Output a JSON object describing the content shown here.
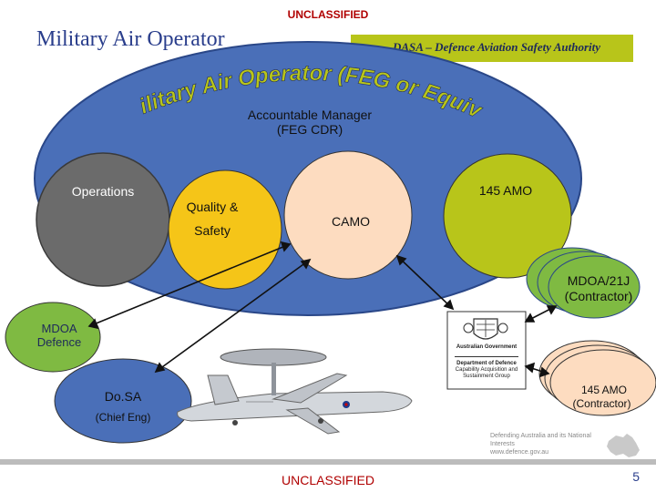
{
  "header": {
    "classification": "UNCLASSIFIED",
    "title": "Military Air Operator",
    "authority": "DASA – Defence Aviation Safety Authority"
  },
  "diagram": {
    "big_oval_title": "Military Air Operator  (FEG or Equiv)",
    "accountable_manager": "Accountable Manager",
    "accountable_manager_sub": "(FEG CDR)",
    "operations": "Operations",
    "quality_line1": "Quality &",
    "quality_line2": "Safety",
    "camo": "CAMO",
    "amo_145": "145 AMO",
    "mdoa_contractor_line1": "MDOA/21J",
    "mdoa_contractor_line2": "(Contractor)",
    "mdoa_defence_line1": "MDOA",
    "mdoa_defence_line2": "Defence",
    "dosa_line1": "Do.SA",
    "dosa_line2": "(Chief Eng)",
    "amo_contractor_line1": "145 AMO",
    "amo_contractor_line2": "(Contractor)",
    "gov_line1": "Australian Government",
    "gov_line2": "Department of Defence",
    "gov_line3": "Capability Acquisition and",
    "gov_line4": "Sustainment Group"
  },
  "footer": {
    "classification": "UNCLASSIFIED",
    "note_line1": "Defending Australia and its National Interests",
    "note_line2": "www.defence.gov.au",
    "page_number": "5"
  },
  "colors": {
    "big_oval": "#4a6fb8",
    "operations": "#6b6b6b",
    "quality": "#f5c518",
    "camo": "#fddcc0",
    "amo_145": "#b8c51a",
    "mdoa": "#7fba42",
    "dosa": "#4a6fb8",
    "amo_contractor": "#fddcc0",
    "dasa_box": "#b8c51a"
  }
}
